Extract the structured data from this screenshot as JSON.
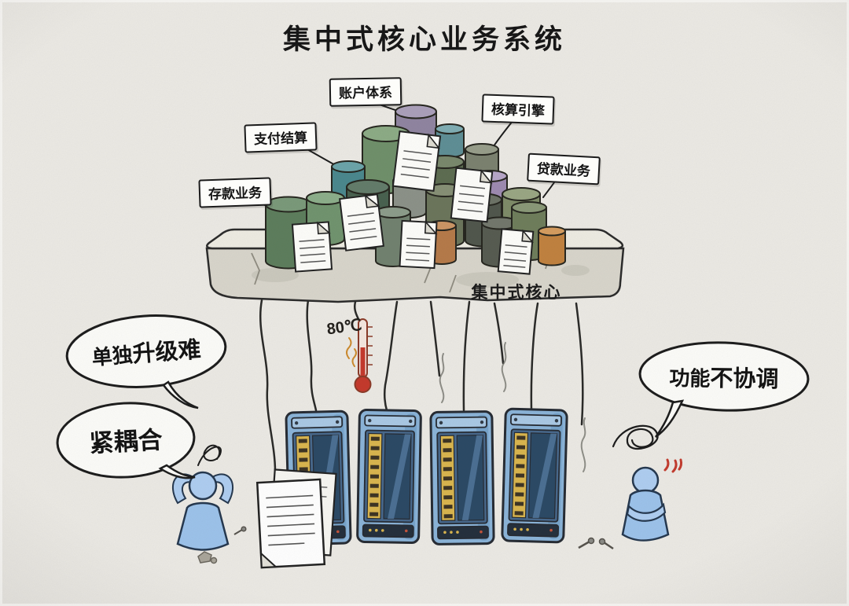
{
  "title": "集中式核心业务系统",
  "modules": {
    "deposit": "存款业务",
    "payment": "支付结算",
    "account": "账户体系",
    "engine": "核算引擎",
    "loan": "贷款业务"
  },
  "platform": {
    "label": "集中式核心"
  },
  "thermometer": {
    "reading": "80℃"
  },
  "bubbles": {
    "upgrade": {
      "prefix": "单独",
      "emphasis": "升级难"
    },
    "coupling": {
      "prefix": "",
      "emphasis": "紧耦合"
    },
    "coordination": {
      "prefix": "功能",
      "emphasis": "不协调"
    }
  },
  "colors": {
    "background": "#ebe9e4",
    "ink": "#1c1c1c",
    "server_blue": "#8ab3d8",
    "vent_yellow": "#d9b54e",
    "person_blue": "#a9cbee",
    "mercury_red": "#c4392c",
    "platform_gray": "#d8d5cb"
  }
}
